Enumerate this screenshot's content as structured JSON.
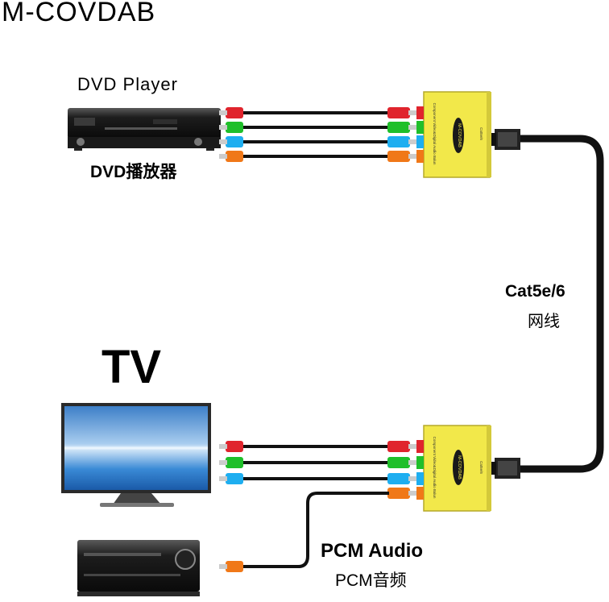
{
  "title": "M-COVDAB",
  "source": {
    "label_en": "DVD Player",
    "label_cn": "DVD播放器"
  },
  "display": {
    "label": "TV"
  },
  "link_cable": {
    "label_en": "Cat5e/6",
    "label_cn": "网线"
  },
  "audio_out": {
    "label_en": "PCM Audio",
    "label_cn": "PCM音频"
  },
  "unit_labels": {
    "badge": "M-COVDAB",
    "port_caption": "Component Video&Digital Audio Balun",
    "rj45_caption": "Cat5e/6"
  },
  "colors": {
    "red": "#e0242d",
    "green": "#1fbf2a",
    "blue": "#1eaef0",
    "orange": "#f07818",
    "balun_yellow": "#f2e84a",
    "cable_black": "#111111"
  }
}
